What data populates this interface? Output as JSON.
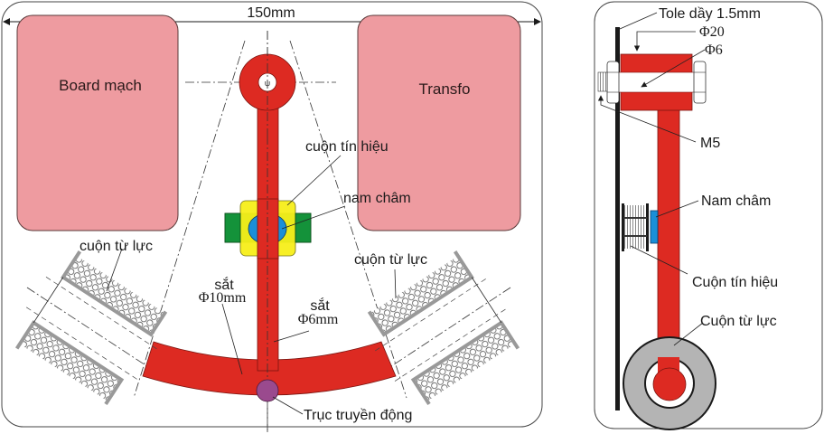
{
  "colors": {
    "red": "#dd2a22",
    "pink": "#ee9ba0",
    "yellow": "#f7ef1a",
    "green": "#14923a",
    "blue": "#1a8fd8",
    "purple": "#9a4a8e",
    "gray": "#b4b4b4",
    "black": "#1a1a1a"
  },
  "front_view": {
    "dimension_label": "150mm",
    "board_label": "Board mạch",
    "transformer_label": "Transfo",
    "signal_coil_label": "cuộn tín hiệu",
    "magnet_label": "nam châm",
    "left_force_coil_label": "cuộn từ lực",
    "right_force_coil_label": "cuộn từ lực",
    "iron_10_line1": "sắt",
    "iron_10_line2": "Φ10mm",
    "iron_6_line1": "sắt",
    "iron_6_line2": "Φ6mm",
    "shaft_label": "Trục truyền động"
  },
  "side_view": {
    "sheet_label": "Tole dầy 1.5mm",
    "outer_diameter_label": "Φ20",
    "inner_diameter_label": "Φ6",
    "bolt_label": "M5",
    "magnet_label": "Nam châm",
    "signal_coil_label": "Cuộn tín hiệu",
    "force_coil_label": "Cuộn từ lực"
  }
}
